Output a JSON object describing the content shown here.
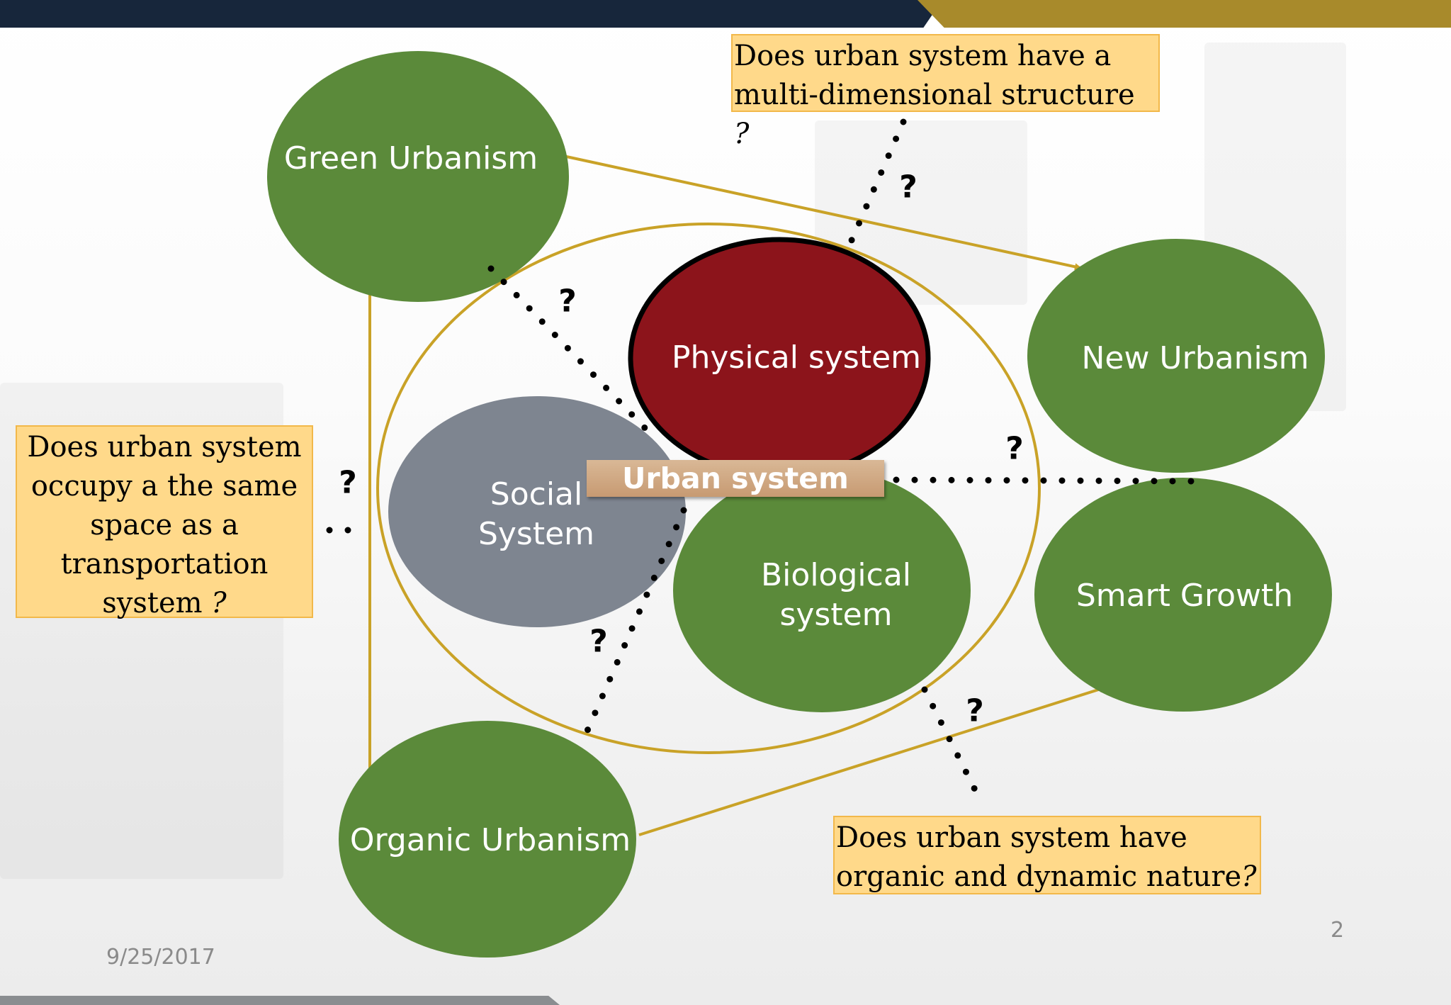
{
  "nodes": {
    "green_urbanism": "Green Urbanism",
    "new_urbanism": "New Urbanism",
    "smart_growth": "Smart Growth",
    "organic_urbanism": "Organic Urbanism",
    "physical_system": "Physical system",
    "social_system": "Social\nSystem",
    "biological_system": "Biological\nsystem",
    "urban_system": "Urban system"
  },
  "questions": {
    "multi_dimensional": {
      "line1": "Does urban system have a",
      "line2": "multi-dimensional structure",
      "mark": "?"
    },
    "same_space": {
      "line1": "Does urban system",
      "line2": "occupy a the same",
      "line3": "space as a",
      "line4": "transportation",
      "line5": "system",
      "mark": "?"
    },
    "organic_dynamic": {
      "line1": "Does urban system have",
      "line2": "organic  and dynamic nature",
      "mark": "?"
    }
  },
  "question_mark": "?",
  "footer": {
    "date": "9/25/2017",
    "page_number": "2"
  },
  "colors": {
    "green": "#5b8a3a",
    "red": "#8c141b",
    "grey": "#7e8590",
    "gold": "#c9a227",
    "navy": "#17263b",
    "callout": "#ffd98a"
  }
}
